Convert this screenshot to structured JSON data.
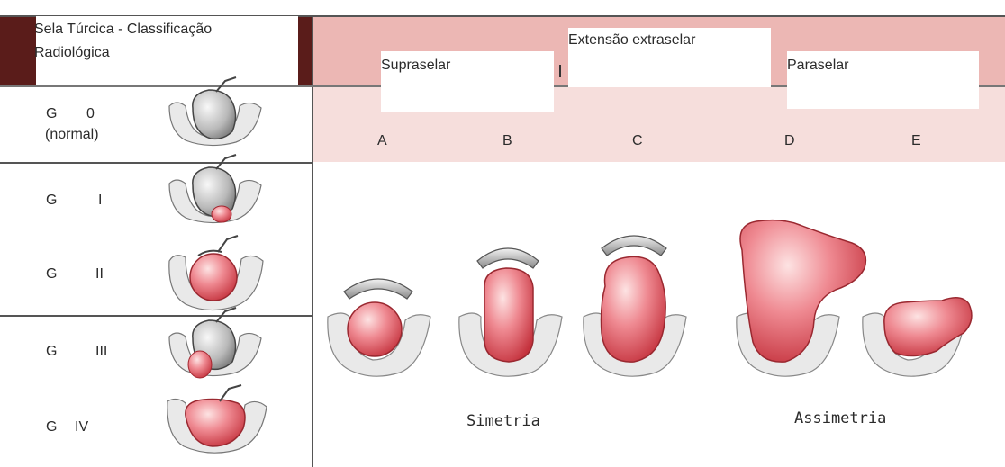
{
  "header": {
    "title_line1": "Sela Túrcica - Classificação",
    "title_line2": "Radiológica",
    "extension_label": "Extensão extraselar",
    "supraselar_label": "Supraselar",
    "paraselar_label": "Paraselar",
    "columns": [
      "A",
      "B",
      "C",
      "D",
      "E"
    ]
  },
  "grades": [
    {
      "prefix": "G",
      "numeral": "0",
      "note": "(normal)"
    },
    {
      "prefix": "G",
      "numeral": "I"
    },
    {
      "prefix": "G",
      "numeral": "II"
    },
    {
      "prefix": "G",
      "numeral": "III"
    },
    {
      "prefix": "G",
      "numeral": "IV"
    }
  ],
  "footer": {
    "symmetry_label": "Simetria",
    "asymmetry_label": "Assimetria"
  },
  "colors": {
    "header_band": "#ecb7b4",
    "sub_band": "#f6dedc",
    "dark_bar": "#5a1c1a",
    "tumor": "#dd5560",
    "grid_line": "#555555"
  }
}
